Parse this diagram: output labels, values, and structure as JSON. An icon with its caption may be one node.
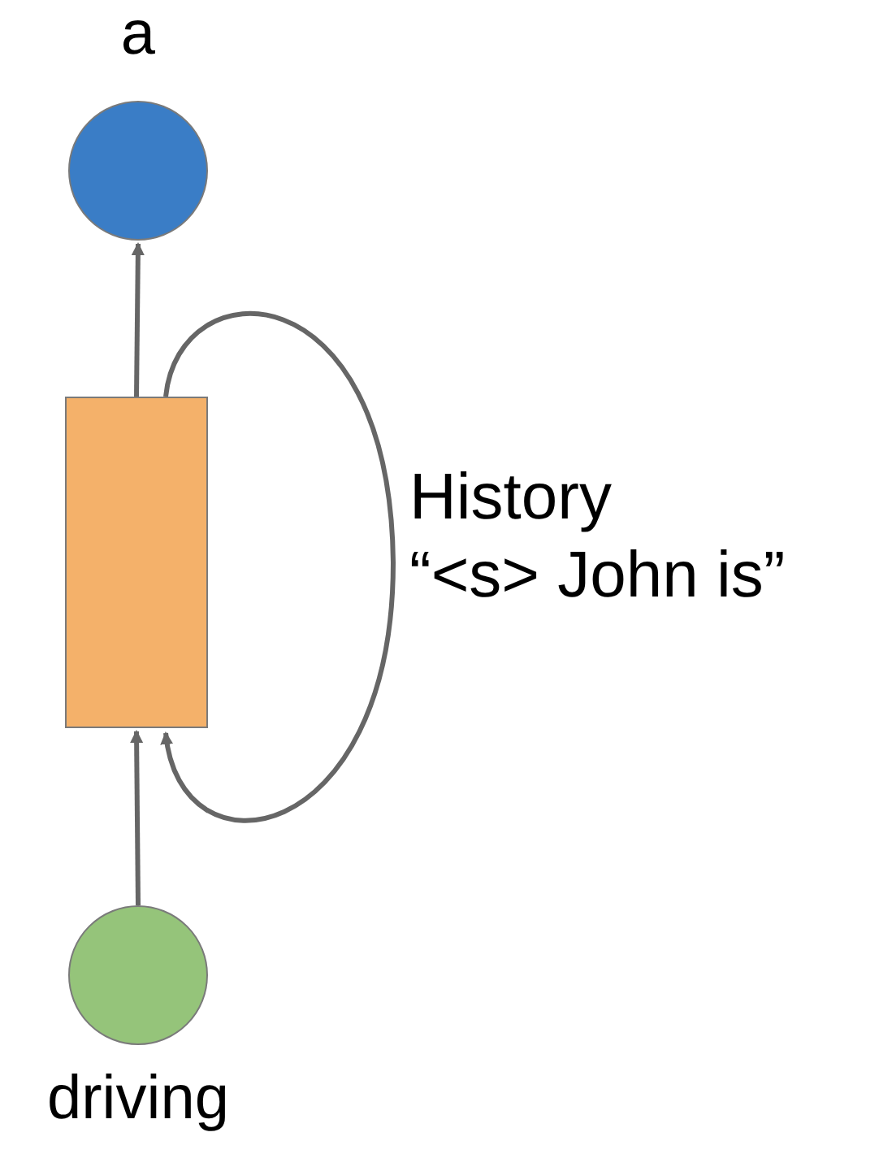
{
  "diagram": {
    "nodes": [
      {
        "text": [
          "a"
        ]
      },
      {
        "text": [],
        "shape": "box"
      },
      {
        "text": [
          "driving"
        ]
      }
    ],
    "edges": [
      {
        "from": 2,
        "to": 1,
        "arrow": "to"
      },
      {
        "from": 1,
        "to": 0,
        "arrow": "to"
      },
      {
        "from": 1,
        "to": 1,
        "arrow": "to",
        "label": "History “<s> John is”"
      }
    ]
  }
}
